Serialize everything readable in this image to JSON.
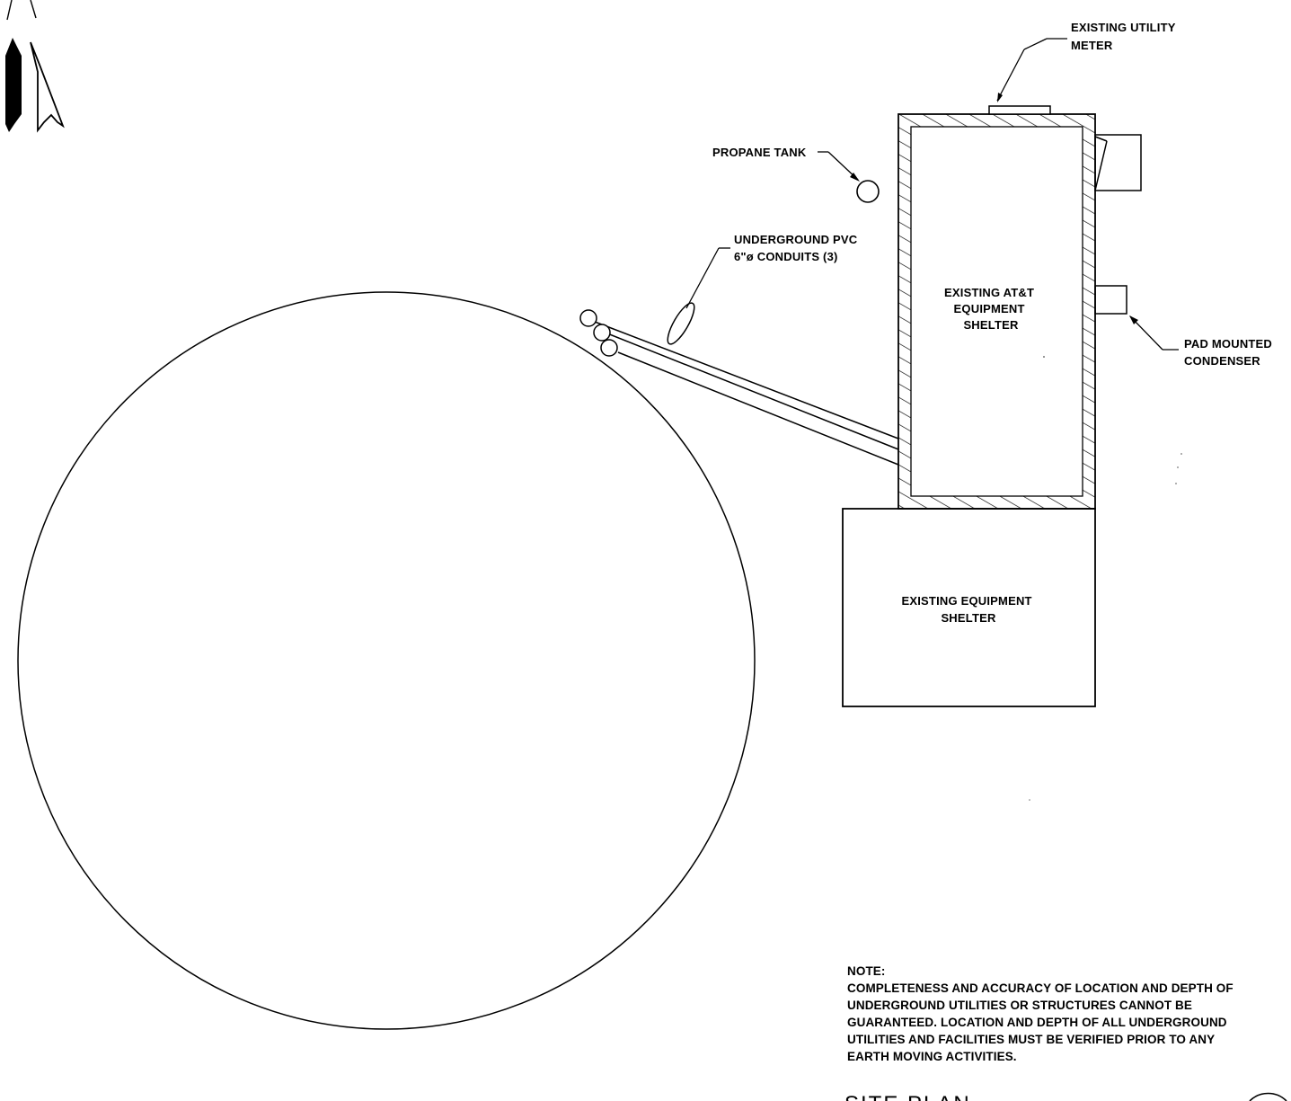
{
  "labels": {
    "utility_meter": [
      "EXISTING UTILITY",
      "METER"
    ],
    "propane_tank": "PROPANE TANK",
    "conduits": [
      "UNDERGROUND PVC",
      "6\"ø CONDUITS (3)"
    ],
    "att_shelter": [
      "EXISTING AT&T",
      "EQUIPMENT",
      "SHELTER"
    ],
    "condenser": [
      "PAD MOUNTED",
      "CONDENSER"
    ],
    "equipment_shelter": [
      "EXISTING EQUIPMENT",
      "SHELTER"
    ]
  },
  "note": {
    "heading": "NOTE:",
    "lines": [
      "COMPLETENESS AND ACCURACY OF LOCATION AND DEPTH OF",
      "UNDERGROUND UTILITIES OR STRUCTURES CANNOT BE",
      "GUARANTEED. LOCATION AND DEPTH OF ALL UNDERGROUND",
      "UTILITIES AND FACILITIES MUST BE VERIFIED PRIOR  TO ANY",
      "EARTH MOVING ACTIVITIES."
    ]
  },
  "sheet_title": "SITE PLAN",
  "icons": {
    "north_arrow": "north-arrow-icon",
    "detail_marker": "detail-bubble-icon"
  }
}
